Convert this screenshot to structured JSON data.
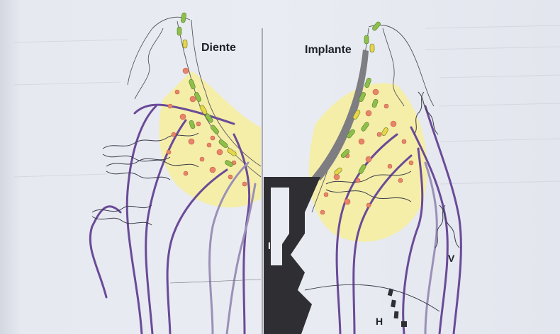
{
  "labels": {
    "tooth": "Diente",
    "implant": "Implante",
    "implant_marker": "I",
    "vessel_marker": "V",
    "horizontal_marker": "H"
  },
  "colors": {
    "background": "#e6e9f0",
    "inflammation_zone": "#f6eea0",
    "vessels": "#6b4a98",
    "vessels_light": "#9a90b8",
    "cells": "#e6856a",
    "bacteria_green": "#8cc04a",
    "bacteria_yellow": "#e9d54a",
    "implant_body": "#2f2f33",
    "implant_collar": "#7d7d82"
  },
  "icons": {
    "bacteria": "rod-shaped-bacteria-icon",
    "cells": "inflammatory-cell-icon",
    "vessels": "blood-vessel-icon"
  }
}
